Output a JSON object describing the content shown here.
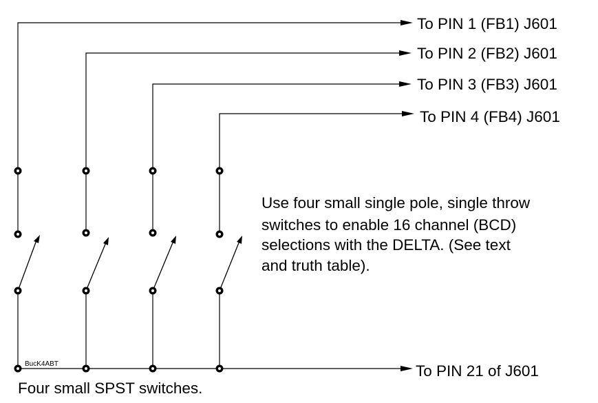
{
  "signature": "BucK4ABT",
  "caption": "Four small SPST switches.",
  "switch_count": 4,
  "outputs": [
    {
      "label": "To PIN 1 (FB1) J601"
    },
    {
      "label": "To PIN 2 (FB2) J601"
    },
    {
      "label": "To PIN 3 (FB3) J601"
    },
    {
      "label": "To PIN 4 (FB4) J601"
    }
  ],
  "common": {
    "label": "To PIN 21 of J601"
  },
  "note": {
    "lines": [
      "Use four small single pole, single throw",
      "switches to enable 16 channel (BCD)",
      "selections with the DELTA.  (See text",
      "and truth table)."
    ]
  }
}
